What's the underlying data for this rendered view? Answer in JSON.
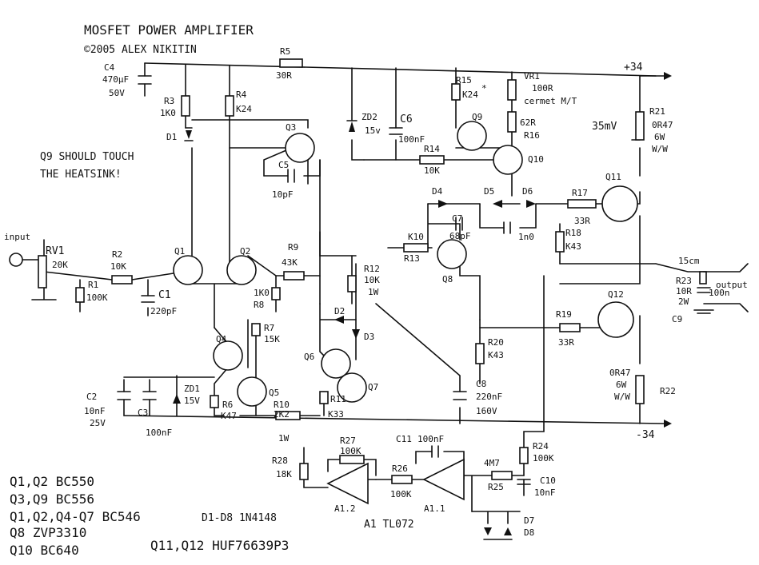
{
  "title": "MOSFET POWER AMPLIFIER",
  "copyright": "©2005 ALEX NIKITIN",
  "note": [
    "Q9 SHOULD TOUCH",
    "THE HEATSINK!"
  ],
  "rails": {
    "pos": "+34",
    "neg": "-34"
  },
  "input_label": "input",
  "output_label": "output",
  "cable_label": "15cm",
  "voltage_note": "35mV",
  "components": {
    "C4": [
      "C4",
      "470µF",
      "50V"
    ],
    "R5": [
      "R5",
      "30R"
    ],
    "R3": [
      "R3",
      "1K0"
    ],
    "R4": [
      "R4",
      "K24"
    ],
    "D1": "D1",
    "Q3": "Q3",
    "C5": [
      "C5",
      "10pF"
    ],
    "ZD2": [
      "ZD2",
      "15v"
    ],
    "C6": [
      "C6",
      "100nF"
    ],
    "R15": [
      "R15",
      "K24",
      "*"
    ],
    "VR1": [
      "VR1",
      "100R",
      "cermet M/T"
    ],
    "Q9": "Q9",
    "R16": [
      "62R",
      "R16"
    ],
    "R14": [
      "R14",
      "10K"
    ],
    "Q10": "Q10",
    "R21": [
      "R21",
      "0R47",
      "6W",
      "W/W"
    ],
    "D4": "D4",
    "D5": "D5",
    "D6": "D6",
    "C7": [
      "C7",
      "68pF"
    ],
    "C_1n0": "1n0",
    "R17": [
      "R17",
      "33R"
    ],
    "Q11": "Q11",
    "R18": [
      "R18",
      "K43"
    ],
    "RV1": [
      "RV1",
      "20K"
    ],
    "R2": [
      "R2",
      "10K"
    ],
    "R1": [
      "R1",
      "100K"
    ],
    "C1": [
      "C1",
      "220pF"
    ],
    "Q1": "Q1",
    "Q2": "Q2",
    "R9": [
      "R9",
      "43K"
    ],
    "R8": [
      "1K0",
      "R8"
    ],
    "R12": [
      "R12",
      "10K",
      "1W"
    ],
    "R13": [
      "K10",
      "R13"
    ],
    "Q8": "Q8",
    "R23": [
      "R23",
      "10R",
      "2W"
    ],
    "C9": [
      "C9",
      "100n"
    ],
    "Q12": "Q12",
    "R19": [
      "R19",
      "33R"
    ],
    "R20": [
      "R20",
      "K43"
    ],
    "D2": "D2",
    "D3": "D3",
    "Q4": "Q4",
    "R7": [
      "R7",
      "15K"
    ],
    "Q5": "Q5",
    "Q6": "Q6",
    "Q7": "Q7",
    "R11": [
      "R11",
      "K33"
    ],
    "C8": [
      "C8",
      "220nF",
      "160V"
    ],
    "R22": [
      "0R47",
      "6W",
      "W/W",
      "R22"
    ],
    "C2": [
      "C2",
      "10nF",
      "25V"
    ],
    "C3": [
      "C3",
      "100nF"
    ],
    "ZD1": [
      "ZD1",
      "15V"
    ],
    "R6": [
      "R6",
      "K47"
    ],
    "R10": [
      "R10",
      "2K2",
      "1W"
    ],
    "R27": [
      "R27",
      "100K"
    ],
    "C11": [
      "C11",
      "100nF"
    ],
    "R24": [
      "R24",
      "100K"
    ],
    "R28": [
      "R28",
      "18K"
    ],
    "R26": [
      "R26",
      "100K"
    ],
    "A1_2": "A1.2",
    "A1_1": "A1.1",
    "R25": [
      "4M7",
      "R25"
    ],
    "C10": [
      "C10",
      "10nF"
    ],
    "D7": "D7",
    "D8": "D8"
  },
  "parts_list": [
    "Q1,Q2  BC550",
    "Q3,Q9  BC556",
    "Q1,Q2,Q4-Q7  BC546",
    "Q8  ZVP3310",
    "Q10  BC640",
    "D1-D8  1N4148",
    "A1  TL072",
    "Q11,Q12  HUF76639P3"
  ]
}
